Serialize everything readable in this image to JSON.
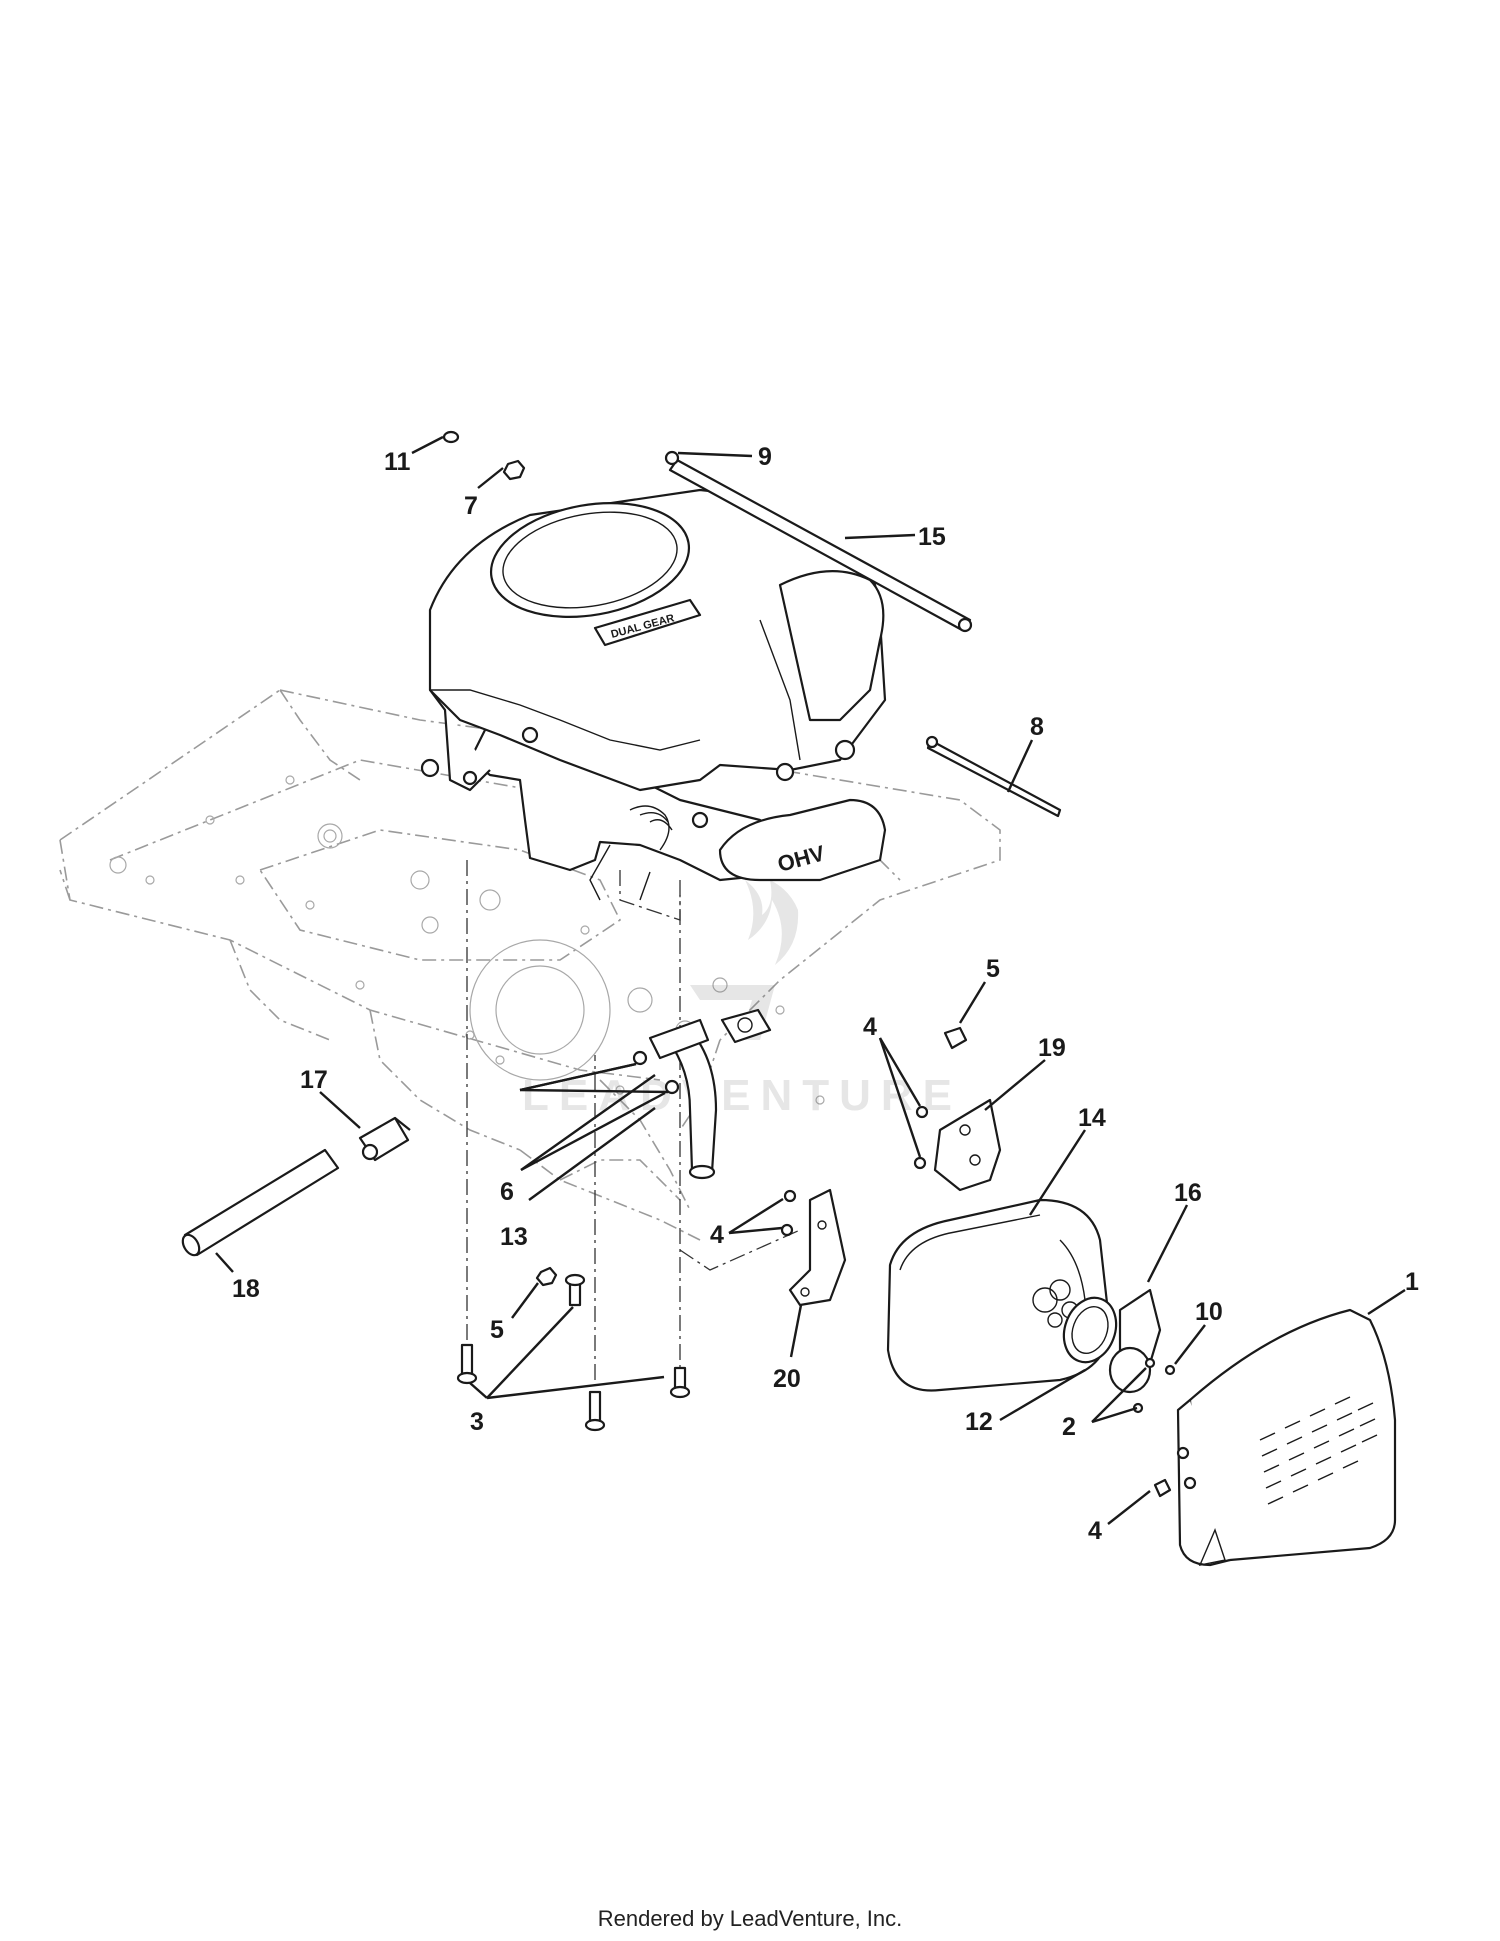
{
  "callouts": {
    "c1": "1",
    "c2": "2",
    "c3": "3",
    "c4a": "4",
    "c4b": "4",
    "c4c": "4",
    "c5a": "5",
    "c5b": "5",
    "c6": "6",
    "c7": "7",
    "c8": "8",
    "c9": "9",
    "c10": "10",
    "c11": "11",
    "c12": "12",
    "c13": "13",
    "c14": "14",
    "c15": "15",
    "c16": "16",
    "c17": "17",
    "c18": "18",
    "c19": "19",
    "c20": "20"
  },
  "engine_labels": {
    "dual_gear": "DUAL GEAR",
    "ohv": "OHV"
  },
  "watermark": {
    "text": "LEADVENTURE"
  },
  "footer": {
    "credit": "Rendered by LeadVenture, Inc."
  }
}
